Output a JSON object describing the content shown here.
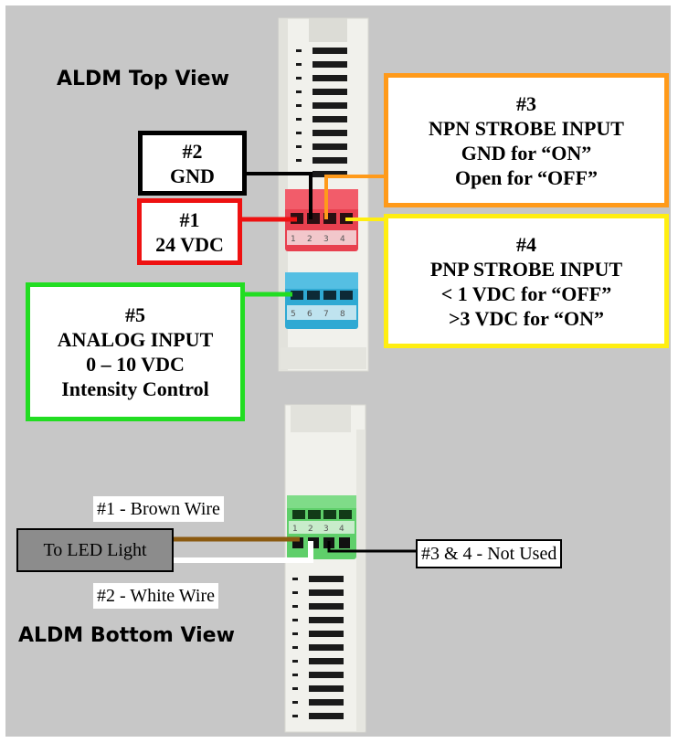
{
  "titles": {
    "top_view": "ALDM Top View",
    "bottom_view": "ALDM Bottom View"
  },
  "callouts": {
    "gnd": {
      "lines": [
        "#2",
        "GND"
      ],
      "border_color": "#000000"
    },
    "vdc": {
      "lines": [
        "#1",
        "24 VDC"
      ],
      "border_color": "#ee1111"
    },
    "npn": {
      "lines": [
        "#3",
        "NPN STROBE INPUT",
        "GND for “ON”",
        "Open for “OFF”"
      ],
      "border_color": "#ff9a1a"
    },
    "pnp": {
      "lines": [
        "#4",
        "PNP STROBE INPUT",
        "< 1 VDC for “OFF”",
        ">3 VDC for “ON”"
      ],
      "border_color": "#ffee11"
    },
    "analog": {
      "lines": [
        "#5",
        "ANALOG INPUT",
        "0 – 10 VDC",
        "Intensity Control"
      ],
      "border_color": "#22dd22"
    }
  },
  "bottom_labels": {
    "brown_wire": "#1 - Brown Wire",
    "white_wire": "#2 - White Wire",
    "led_light": "To LED Light",
    "not_used": "#3 & 4 - Not Used"
  },
  "terminal_numbers": {
    "top_red": [
      "1",
      "2",
      "3",
      "4"
    ],
    "top_blue": [
      "5",
      "6",
      "7",
      "8"
    ],
    "bottom_green": [
      "1",
      "2",
      "3",
      "4"
    ]
  },
  "colors": {
    "background_panel": "#c7c7c7",
    "red_terminal": "#e8404f",
    "blue_terminal": "#2fa9d3",
    "green_terminal": "#5fcf6a",
    "brown_wire": "#8b5a10",
    "white_wire": "#ffffff"
  }
}
